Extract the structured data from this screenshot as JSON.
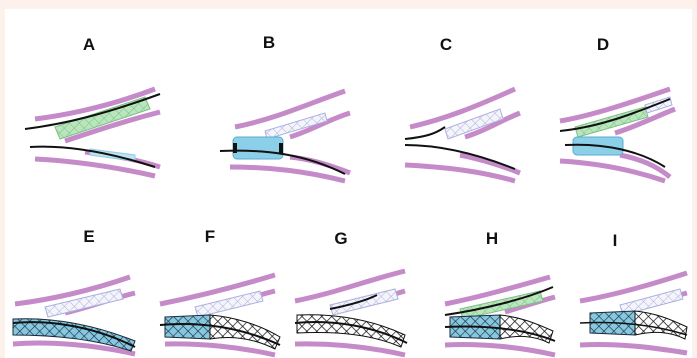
{
  "panels": [
    {
      "id": "A",
      "label": "A"
    },
    {
      "id": "B",
      "label": "B"
    },
    {
      "id": "C",
      "label": "C"
    },
    {
      "id": "D",
      "label": "D"
    },
    {
      "id": "E",
      "label": "E"
    },
    {
      "id": "F",
      "label": "F"
    },
    {
      "id": "G",
      "label": "G"
    },
    {
      "id": "H",
      "label": "H"
    },
    {
      "id": "I",
      "label": "I"
    }
  ],
  "colors": {
    "vessel_wall": "#c58bc9",
    "guidewire": "#111111",
    "balloon": "#8ccfe8",
    "stent_mesh_light": "#b9b9e2",
    "stent_mesh_green": "#9fd3a3",
    "stent_mesh_dark": "#222222",
    "background": "#ffffff"
  }
}
